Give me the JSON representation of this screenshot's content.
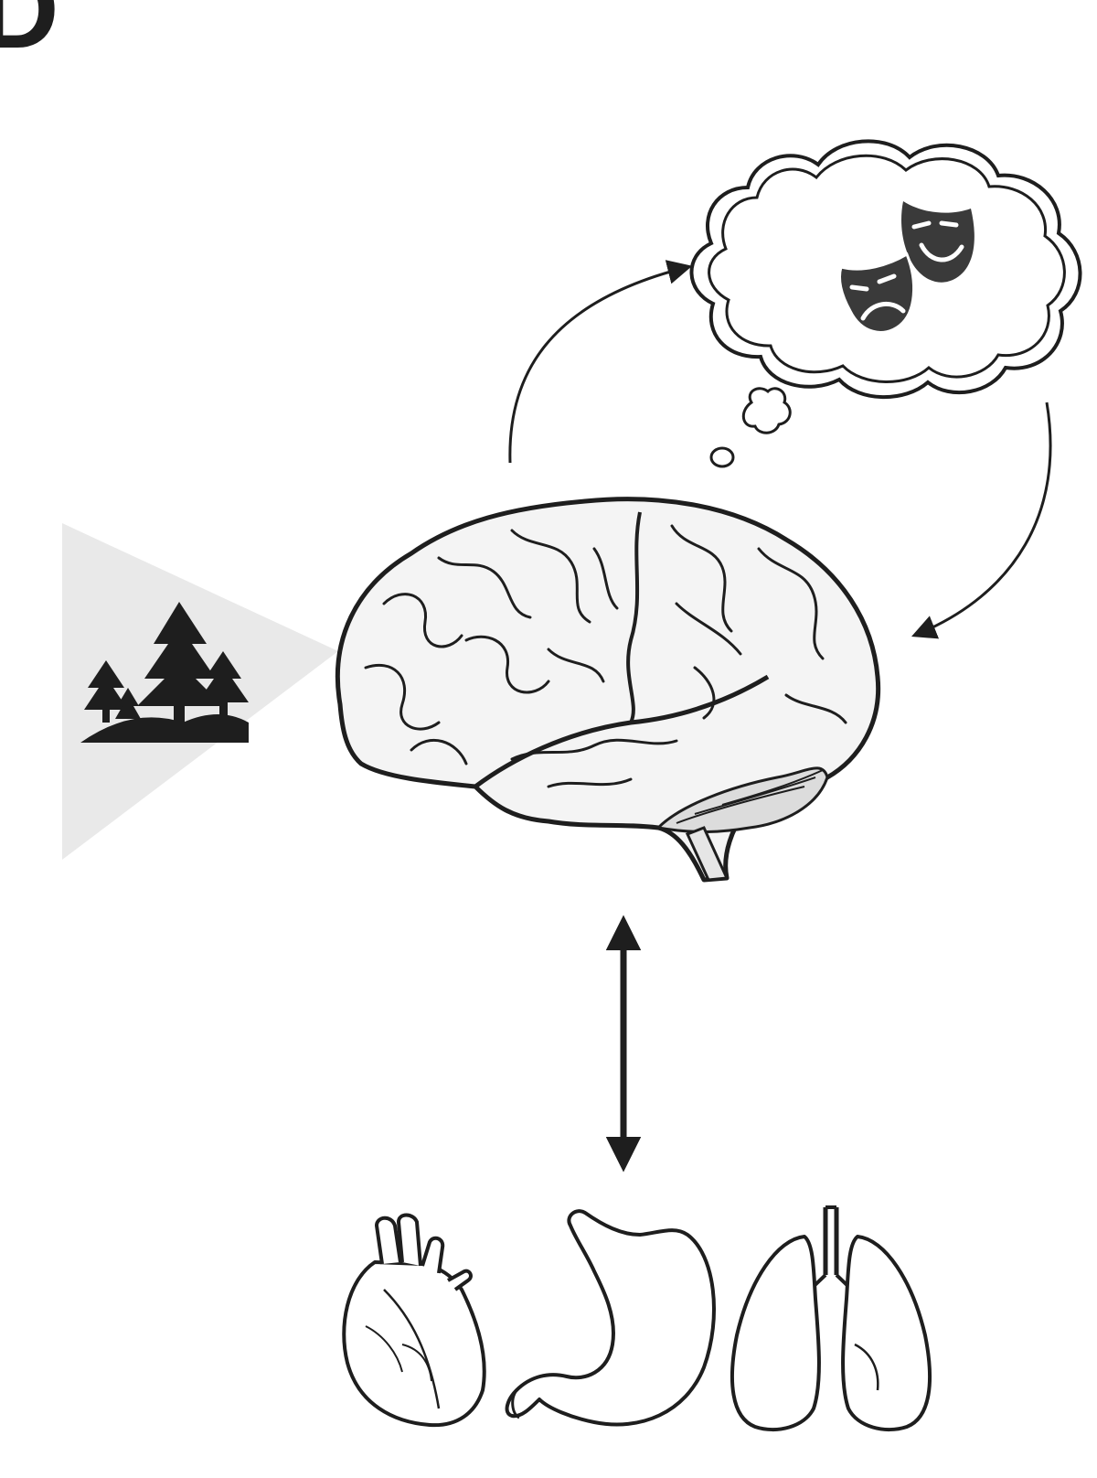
{
  "panel_label": "D",
  "colors": {
    "ink": "#1e1e1e",
    "icon_dark": "#3a3a3a",
    "cone_fill": "#e9e9e9",
    "brain_fill": "#f4f4f4",
    "organ_fill": "#ffffff"
  },
  "elements": {
    "environment": "forest-scene-icon",
    "brain": "brain-illustration",
    "thought": "thought-cloud-with-theater-masks",
    "organs": [
      "heart-icon",
      "stomach-icon",
      "lungs-icon"
    ],
    "arrows": [
      "brain-to-thought-arrow",
      "thought-to-brain-arrow",
      "brain-body-double-arrow"
    ]
  }
}
